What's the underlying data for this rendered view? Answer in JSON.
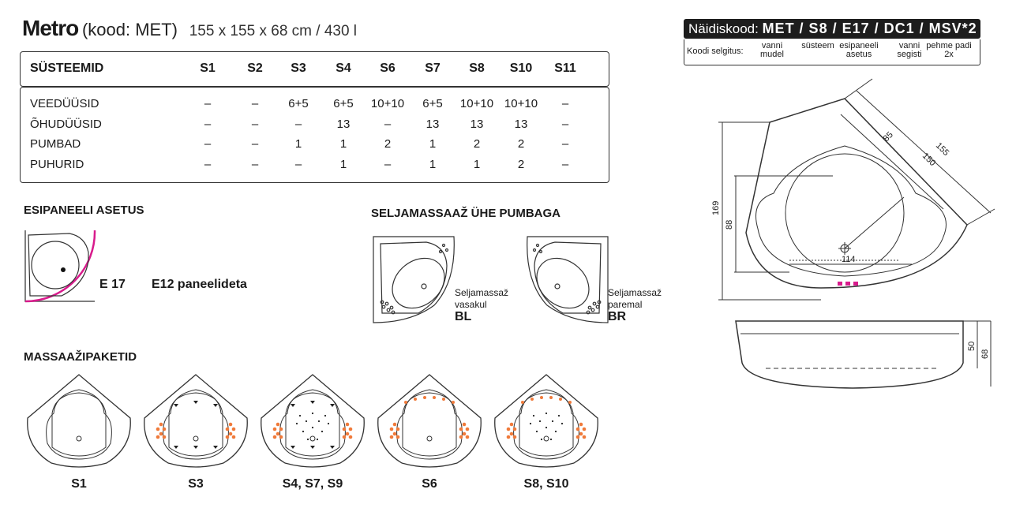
{
  "title": {
    "name": "Metro",
    "code": "(kood: MET)",
    "dims": "155 x 155 x 68 cm / 430 l"
  },
  "table": {
    "header": "SÜSTEEMID",
    "columns": [
      "S1",
      "S2",
      "S3",
      "S4",
      "S6",
      "S7",
      "S8",
      "S10",
      "S11"
    ],
    "rows": [
      {
        "label": "VEEDÜÜSID",
        "values": [
          "–",
          "–",
          "6+5",
          "6+5",
          "10+10",
          "6+5",
          "10+10",
          "10+10",
          "–"
        ]
      },
      {
        "label": "ÕHUDÜÜSID",
        "values": [
          "–",
          "–",
          "–",
          "13",
          "–",
          "13",
          "13",
          "13",
          "–"
        ]
      },
      {
        "label": "PUMBAD",
        "values": [
          "–",
          "–",
          "1",
          "1",
          "2",
          "1",
          "2",
          "2",
          "–"
        ]
      },
      {
        "label": "PUHURID",
        "values": [
          "–",
          "–",
          "–",
          "1",
          "–",
          "1",
          "1",
          "2",
          "–"
        ]
      }
    ]
  },
  "code_box": {
    "label": "Näidiskood:",
    "code": "MET / S8 / E17 / DC1 / MSV*2",
    "explain_label": "Koodi selgitus:",
    "explain": [
      "vanni mudel",
      "süsteem",
      "esipaneeli asetus",
      "vanni segisti",
      "pehme padi 2x"
    ]
  },
  "panel": {
    "heading": "ESIPANEELI ASETUS",
    "e17": "E 17",
    "e12": "E12  paneelideta"
  },
  "back": {
    "heading": "SELJAMASSAAŽ ÜHE PUMBAGA",
    "left": {
      "text1": "Seljamassaž",
      "text2": "vasakul",
      "code": "BL"
    },
    "right": {
      "text1": "Seljamassaž",
      "text2": "paremal",
      "code": "BR"
    }
  },
  "packages": {
    "heading": "MASSAAŽIPAKETID",
    "items": [
      "S1",
      "S3",
      "S4, S7, S9",
      "S6",
      "S8, S10"
    ]
  },
  "drawing": {
    "d155": "155",
    "d150": "150",
    "d85": "85",
    "d169": "169",
    "d88": "88",
    "d114": "114",
    "d50": "50",
    "d68": "68"
  },
  "colors": {
    "jet": "#f07a3a",
    "panel": "#d81b8c"
  }
}
